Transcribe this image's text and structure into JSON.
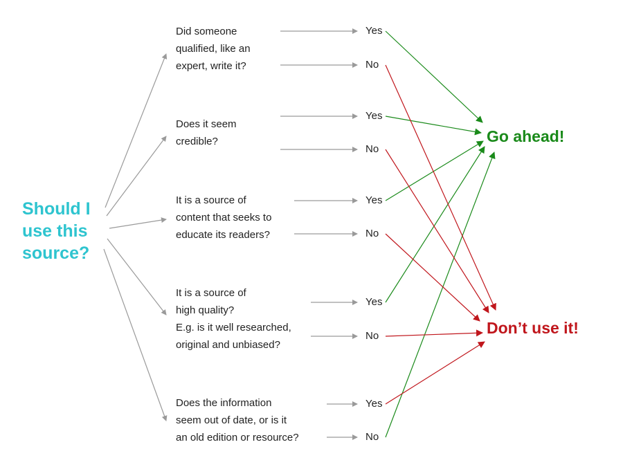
{
  "main_question": {
    "lines": [
      "Should I",
      "use this",
      "source?"
    ]
  },
  "questions": [
    {
      "lines": [
        "Did someone",
        "qualified, like an",
        "expert, write it?"
      ],
      "yes": "Yes",
      "no": "No"
    },
    {
      "lines": [
        "Does it seem",
        "credible?"
      ],
      "yes": "Yes",
      "no": "No"
    },
    {
      "lines": [
        "It is a source of",
        "content that seeks to",
        "educate its readers?"
      ],
      "yes": "Yes",
      "no": "No"
    },
    {
      "lines": [
        "It is a source of",
        "high quality?",
        "E.g. is it well researched,",
        "original and unbiased?"
      ],
      "yes": "Yes",
      "no": "No"
    },
    {
      "lines": [
        "Does the information",
        "seem out of date, or is it",
        "an old edition or resource?"
      ],
      "yes": "Yes",
      "no": "No"
    }
  ],
  "outcomes": {
    "go": "Go ahead!",
    "dont": "Don’t use it!"
  },
  "colors": {
    "main": "#2ec4cf",
    "go": "#1a8a1a",
    "dont": "#c0161c",
    "gray_arrow": "#9a9a9a"
  }
}
